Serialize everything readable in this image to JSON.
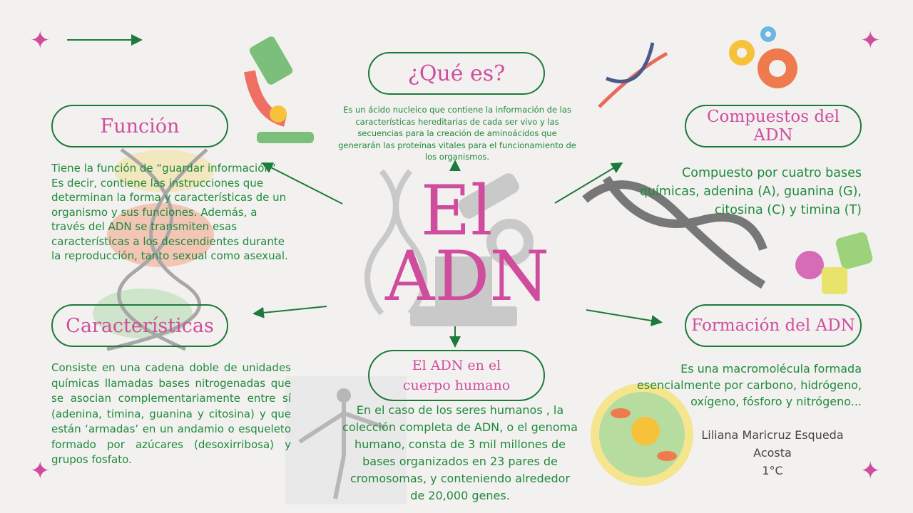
{
  "center_title": {
    "line1": "El",
    "line2": "ADN"
  },
  "que_es": {
    "heading": "¿Qué es?",
    "body": "Es un ácido nucleico que contiene la información de las características hereditarias de cada ser vivo y las secuencias para la creación de aminoácidos que generarán las proteínas vitales para el funcionamiento de los organismos."
  },
  "funcion": {
    "heading": "Función",
    "body": " Tiene la función de “guardar información”. Es decir, contiene las instrucciones que determinan la forma y características de un organismo y sus funciones. Además, a través del ADN se transmiten esas características a los descendientes durante la reproducción, tanto sexual como asexual."
  },
  "caracteristicas": {
    "heading": "Características",
    "body": "Consiste en una cadena doble de unidades químicas llamadas bases nitrogenadas que se asocian complementariamente entre sí (adenina, timina, guanina y citosina) y que están ‘armadas’ en un andamio o esqueleto formado por azúcares (desoxirribosa) y grupos fosfato."
  },
  "cuerpo": {
    "heading": "El ADN en el cuerpo humano",
    "body": "En el caso de los seres humanos , la colección completa de ADN, o el genoma humano, consta de 3 mil millones de bases organizados en 23 pares de cromosomas, y conteniendo alrededor de 20,000 genes."
  },
  "compuestos": {
    "heading": "Compuestos del ADN",
    "body": "Compuesto por cuatro bases químicas, adenina (A), guanina (G), citosina (C) y timina (T)"
  },
  "formacion": {
    "heading": "Formación del ADN",
    "body": "Es una macromolécula formada esencialmente por carbono, hidrógeno, oxígeno, fósforo y nitrógeno..."
  },
  "author": {
    "name": "Liliana Maricruz Esqueda Acosta",
    "group": "1°C"
  },
  "colors": {
    "accent_green": "#1f8a3a",
    "accent_pink": "#d04d9d",
    "background": "#f2f1f0"
  },
  "icons": [
    "sparkle-icon",
    "microscope-icon",
    "dna-icon",
    "gears-icon",
    "flasks-icon",
    "cell-icon",
    "human-figure-image"
  ]
}
